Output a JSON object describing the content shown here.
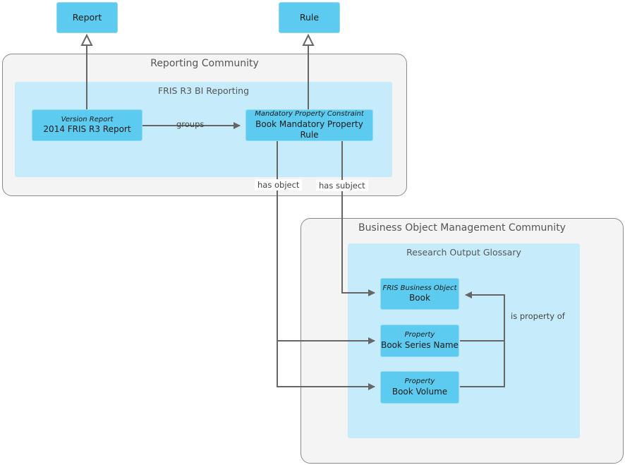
{
  "communities": {
    "reporting": {
      "title": "Reporting Community"
    },
    "business": {
      "title": "Business Object Management Community"
    }
  },
  "domains": {
    "fris_bi": {
      "title": "FRIS R3 BI Reporting"
    },
    "glossary": {
      "title": "Research Output Glossary"
    }
  },
  "assets": {
    "report": {
      "name": "Report"
    },
    "rule": {
      "name": "Rule"
    },
    "version_report": {
      "type": "Version Report",
      "name": "2014 FRIS R3 Report"
    },
    "mandatory_rule": {
      "type": "Mandatory Property Constraint",
      "name": "Book Mandatory Property Rule"
    },
    "book": {
      "type": "FRIS Business Object",
      "name": "Book"
    },
    "book_series": {
      "type": "Property",
      "name": "Book Series Name"
    },
    "book_volume": {
      "type": "Property",
      "name": "Book Volume"
    }
  },
  "relations": {
    "groups": "groups",
    "has_object": "has object",
    "has_subject": "has subject",
    "is_property_of": "is property of"
  },
  "colors": {
    "asset_fill": "#5ccbef",
    "domain_fill": "#c6ecfb",
    "community_fill": "#f4f4f4",
    "connector": "#666666"
  }
}
